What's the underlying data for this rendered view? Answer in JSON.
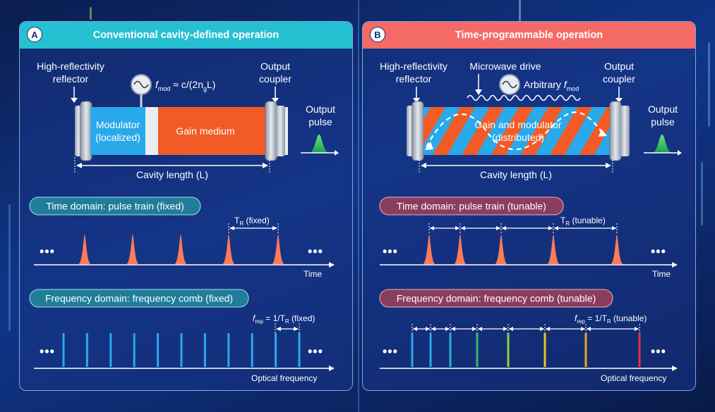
{
  "colors": {
    "panel_a_header": "#27bfd2",
    "panel_b_header": "#f46a66",
    "pill_a": "#1f7d9a",
    "pill_b": "#8a3d5c",
    "pulse": "#ff7a59",
    "comb_a": "#2aa9ea",
    "gain": "#f25b25",
    "modulator": "#2aa9ea"
  },
  "panel_a": {
    "badge": "A",
    "title": "Conventional cavity-defined operation",
    "reflector_label": [
      "High-reflectivity",
      "reflector"
    ],
    "output_coupler_label": [
      "Output",
      "coupler"
    ],
    "fmod_label": {
      "f": "f",
      "sub": "mod",
      "rest": " ≈ c/(2n",
      "sub2": "g",
      "tail": "L)"
    },
    "modulator_label": [
      "Modulator",
      "(localized)"
    ],
    "gain_label": "Gain medium",
    "output_pulse_label": [
      "Output",
      "pulse"
    ],
    "cavity_length_label": "Cavity length (L)",
    "time_pill": "Time domain: pulse train (fixed)",
    "tr_label": {
      "main": "T",
      "sub": "R",
      "rest": " (fixed)"
    },
    "time_axis_label": "Time",
    "freq_pill": "Frequency domain: frequency comb (fixed)",
    "frep_label": {
      "f": "f",
      "sub": "rep",
      "mid": " = 1/T",
      "sub2": "R",
      "rest": " (fixed)"
    },
    "freq_axis_label": "Optical frequency",
    "ellipsis": "•••"
  },
  "panel_b": {
    "badge": "B",
    "title": "Time-programmable operation",
    "reflector_label": [
      "High-reflectivity",
      "reflector"
    ],
    "microwave_label": "Microwave drive",
    "arbitrary_label": {
      "main": "Arbitrary ",
      "f": "f",
      "sub": "mod"
    },
    "output_coupler_label": [
      "Output",
      "coupler"
    ],
    "gain_mod_label": [
      "Gain and modulator",
      "(distributed)"
    ],
    "output_pulse_label": [
      "Output",
      "pulse"
    ],
    "cavity_length_label": "Cavity length (L)",
    "time_pill": "Time domain: pulse train (tunable)",
    "tr_label": {
      "main": "T",
      "sub": "R",
      "rest": " (tunable)"
    },
    "time_axis_label": "Time",
    "freq_pill": "Frequency domain: frequency comb (tunable)",
    "frep_label": {
      "f": "f",
      "sub": "rep",
      "mid": " = 1/T",
      "sub2": "R",
      "rest": " (tunable)"
    },
    "freq_axis_label": "Optical frequency",
    "ellipsis": "•••",
    "comb_colors": [
      "#2aa9ea",
      "#2aa9ea",
      "#23b5c9",
      "#2fbf6a",
      "#8cd23c",
      "#f2c21b",
      "#f5a41c",
      "#e8323a"
    ]
  }
}
